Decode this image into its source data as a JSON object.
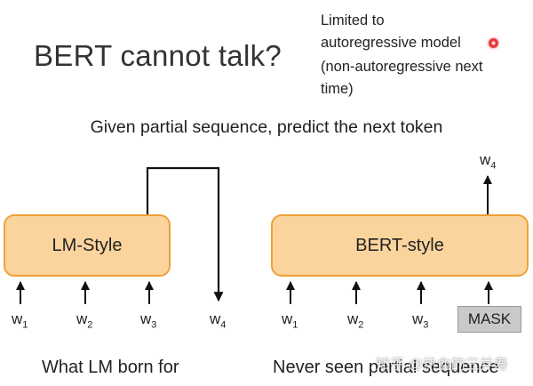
{
  "title": "BERT cannot talk?",
  "note": {
    "line1": "Limited to",
    "line2": "autoregressive model",
    "line3": "(non-autoregressive next",
    "line4": "time)"
  },
  "subtitle": "Given partial sequence, predict the next token",
  "lm_block": {
    "label": "LM-Style",
    "inputs": [
      "w1",
      "w2",
      "w3"
    ],
    "output": "w4"
  },
  "bert_block": {
    "label": "BERT-style",
    "inputs": [
      "w1",
      "w2",
      "w3"
    ],
    "mask_label": "MASK",
    "output": "w4"
  },
  "tokens": {
    "lm": [
      {
        "base": "w",
        "sub": "1"
      },
      {
        "base": "w",
        "sub": "2"
      },
      {
        "base": "w",
        "sub": "3"
      },
      {
        "base": "w",
        "sub": "4"
      }
    ],
    "bert": [
      {
        "base": "w",
        "sub": "1"
      },
      {
        "base": "w",
        "sub": "2"
      },
      {
        "base": "w",
        "sub": "3"
      }
    ],
    "bert_out": {
      "base": "w",
      "sub": "4"
    }
  },
  "captions": {
    "lm": "What LM born for",
    "bert": "Never seen partial sequence"
  },
  "watermark": "知乎 @热血的三井寿",
  "colors": {
    "block_fill": "#fbd49d",
    "block_border": "#f0a036",
    "mask_fill": "#c9c9c9"
  }
}
